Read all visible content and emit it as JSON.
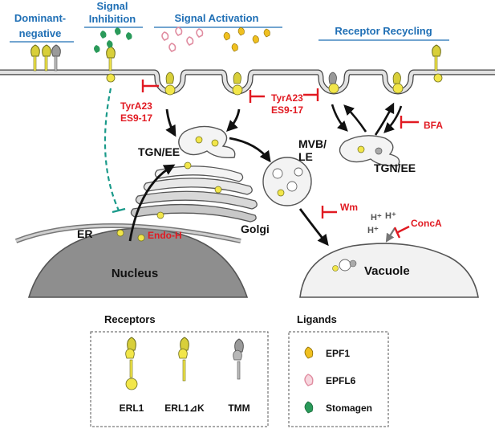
{
  "headers": {
    "dominant_negative": [
      "Dominant-",
      "negative"
    ],
    "signal_inhibition": [
      "Signal",
      "Inhibition"
    ],
    "signal_activation": "Signal Activation",
    "receptor_recycling": "Receptor Recycling"
  },
  "compartments": {
    "tgn_ee_left": "TGN/EE",
    "tgn_ee_right": "TGN/EE",
    "mvb_le": [
      "MVB/",
      "LE"
    ],
    "golgi": "Golgi",
    "er": "ER",
    "nucleus": "Nucleus",
    "vacuole": "Vacuole"
  },
  "inhibitors": {
    "tyra23_left": [
      "TyrA23",
      "ES9-17"
    ],
    "tyra23_right": [
      "TyrA23",
      "ES9-17"
    ],
    "bfa": "BFA",
    "wm": "Wm",
    "conca": "ConcA",
    "endo_h": "Endo-H"
  },
  "protons": [
    "H⁺",
    "H⁺",
    "H⁺"
  ],
  "legend": {
    "receptors_title": "Receptors",
    "receptors": [
      "ERL1",
      "ERL1⊿K",
      "TMM"
    ],
    "ligands_title": "Ligands",
    "ligands": [
      "EPF1",
      "EPFL6",
      "Stomagen"
    ]
  },
  "colors": {
    "header_blue": "#1f6fb5",
    "inhibitor_red": "#e11a22",
    "receptor_yellow": "#f2e64a",
    "receptor_olive": "#8a8a2a",
    "tmm_gray": "#8c8c8c",
    "epf1": "#f0c020",
    "epfl6": "#f0a8b8",
    "stomagen": "#2a9a5a",
    "membrane": "#dedede"
  }
}
